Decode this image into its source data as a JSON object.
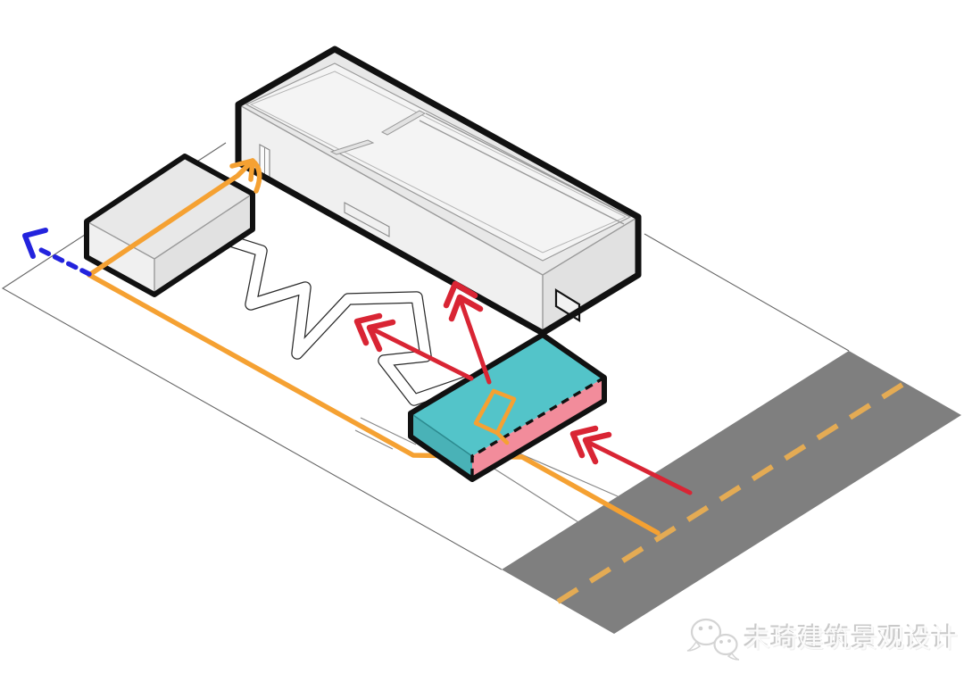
{
  "watermark": {
    "icon": "wechat-icon",
    "text": "未琦建筑景观设计"
  },
  "diagram": {
    "type": "axonometric-architecture-circulation-diagram",
    "elements": {
      "main_building": "large open-top gray building volume",
      "annex_building": "small gray box volume",
      "entry_volume": "teal box with pink entry face",
      "road": "gray road with dashed centerline",
      "paths": {
        "orange": "vehicle/pedestrian circulation path",
        "red": "entry direction arrows",
        "blue": "exit direction dashed arrow"
      },
      "meandering_path": "winding walkway outline on site"
    },
    "colors": {
      "outline": "#111111",
      "building_fill": "#e8e8e8",
      "building_face_light": "#f0f0f0",
      "building_face_dark": "#e1e1e1",
      "interior_floor": "#f4f4f4",
      "teal_top": "#53c4c9",
      "teal_side": "#49b2b7",
      "pink_face": "#f28c9b",
      "orange_path": "#f5a132",
      "red_arrow": "#d92534",
      "blue_arrow": "#2323dd",
      "road_gray": "#7f7f7f",
      "road_dash": "#e4ab54",
      "site_line": "#666666",
      "watermark_gray": "#c9c9c9"
    }
  }
}
